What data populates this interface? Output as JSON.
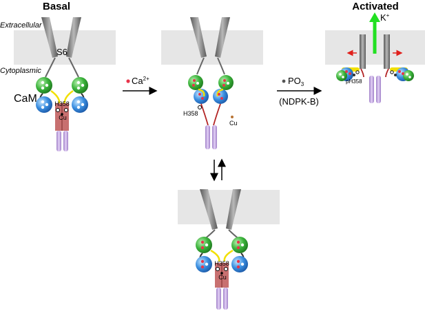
{
  "headers": {
    "basal": "Basal",
    "activated": "Activated"
  },
  "labels": {
    "extracellular": "Extracellular",
    "cytoplasmic": "Cytoplasmic",
    "s6": "S6",
    "cam": "CaM",
    "h358": "H358",
    "cu": "Cu",
    "ph358": "pH358",
    "k_ion": "K",
    "k_sup": "+"
  },
  "transitions": {
    "calcium": {
      "ion": "Ca",
      "charge": "2+"
    },
    "phosphate": {
      "group": "PO",
      "sub": "3",
      "enzyme": "(NDPK-B)"
    }
  },
  "colors": {
    "membrane": "#e6e6e6",
    "helix": "#8c8c8c",
    "cam_n_lobe": "#2ca02c",
    "cam_c_lobe": "#3a8ee0",
    "calcium_ion": "#e8344a",
    "linker_yellow": "#f2e000",
    "linker_red": "#b22222",
    "cudomain": "#c87070",
    "coiled_coil": "#c9a7e6",
    "k_arrow": "#22e022",
    "move_arrow": "#e0201c"
  }
}
